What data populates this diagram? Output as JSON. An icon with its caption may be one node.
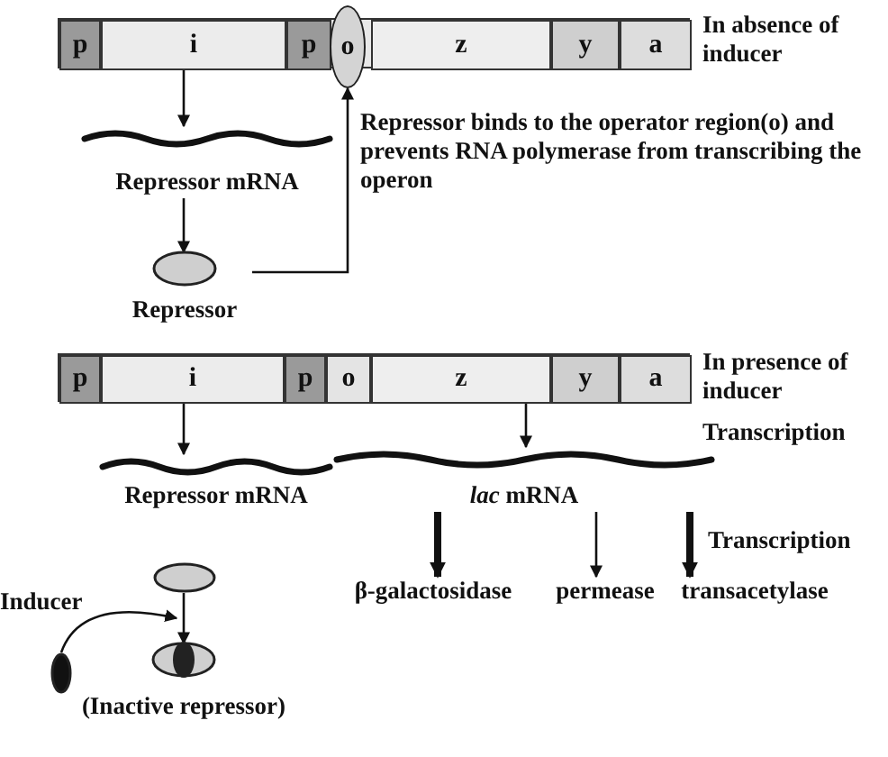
{
  "diagram": {
    "nodes": [
      {
        "text": [],
        "shape": "bar",
        "beside": [
          "In absence of inducer"
        ]
      },
      {
        "text": [
          "p"
        ],
        "in": 0
      },
      {
        "text": [
          "i"
        ],
        "in": 0
      },
      {
        "text": [
          "p"
        ],
        "in": 0
      },
      {
        "text": [
          "o"
        ]
      },
      {
        "text": [
          "z"
        ],
        "in": 0
      },
      {
        "text": [
          "y"
        ],
        "in": 0
      },
      {
        "text": [
          "a"
        ],
        "in": 0
      },
      {
        "text": [
          "Repressor mRNA"
        ]
      },
      {
        "text": [
          "Repressor"
        ]
      },
      {
        "text": [],
        "shape": "bar",
        "beside": [
          "In presence of inducer"
        ]
      },
      {
        "text": [
          "p"
        ],
        "in": 10
      },
      {
        "text": [
          "i"
        ],
        "in": 10
      },
      {
        "text": [
          "p"
        ],
        "in": 10
      },
      {
        "text": [
          "o"
        ],
        "in": 10
      },
      {
        "text": [
          "z"
        ],
        "in": 10
      },
      {
        "text": [
          "y"
        ],
        "in": 10
      },
      {
        "text": [
          "a"
        ],
        "in": 10
      },
      {
        "text": [
          "Repressor mRNA"
        ]
      },
      {
        "text": [
          "*lac* mRNA"
        ]
      },
      {
        "text": [
          "β-galactosidase"
        ]
      },
      {
        "text": [
          "permease"
        ]
      },
      {
        "text": [
          "transacetylase"
        ]
      },
      {
        "text": [],
        "shape": "ellipse"
      },
      {
        "text": [],
        "shape": "ellipse",
        "beside": [
          "Inducer"
        ]
      },
      {
        "text": [
          "(Inactive repressor)"
        ]
      }
    ],
    "edges": [
      {
        "from": 2,
        "to": 8,
        "arrow": "to"
      },
      {
        "from": 8,
        "to": 9,
        "arrow": "to"
      },
      {
        "from": 9,
        "to": 4,
        "arrow": "to"
      },
      {
        "from": 12,
        "to": 18,
        "arrow": "to"
      },
      {
        "from": 15,
        "to": 19,
        "arrow": "to"
      },
      {
        "from": 19,
        "to": 20,
        "arrow": "to",
        "style": "thick"
      },
      {
        "from": 19,
        "to": 21,
        "arrow": "to"
      },
      {
        "from": 19,
        "to": 22,
        "arrow": "to",
        "style": "thick"
      },
      {
        "from": 23,
        "to": 25,
        "arrow": "to"
      },
      {
        "from": 24,
        "to": 25,
        "arrow": "to"
      }
    ],
    "labels": [
      "Repressor binds to the operator region(o) and prevents RNA polymerase from transcribing the operon",
      "Transcription",
      "Transcription"
    ]
  }
}
